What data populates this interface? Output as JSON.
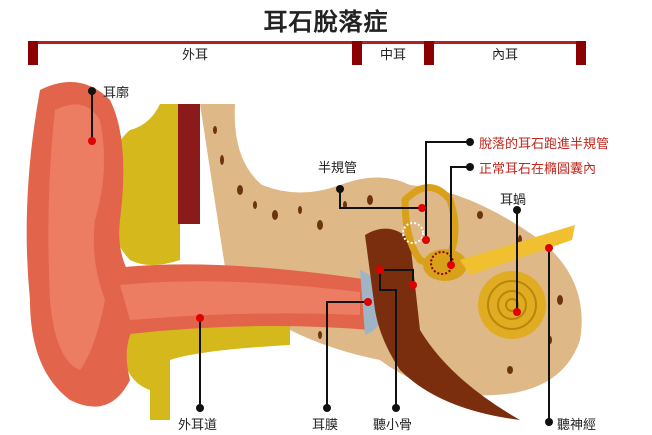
{
  "title": "耳石脫落症",
  "sections": [
    {
      "label": "外耳"
    },
    {
      "label": "中耳"
    },
    {
      "label": "內耳"
    }
  ],
  "labels": {
    "pinna": "耳廓",
    "ear_canal": "外耳道",
    "semicircular_canals": "半規管",
    "eardrum": "耳膜",
    "ossicles": "聽小骨",
    "cochlea": "耳蝸",
    "auditory_nerve": "聽神經",
    "dislodged_otoliths": "脫落的耳石跑進半規管",
    "normal_otoliths": "正常耳石在橢圓囊內"
  },
  "colors": {
    "section_bar": "#8b0000",
    "highlight_text": "#c0281f",
    "marker": "#e00000"
  }
}
